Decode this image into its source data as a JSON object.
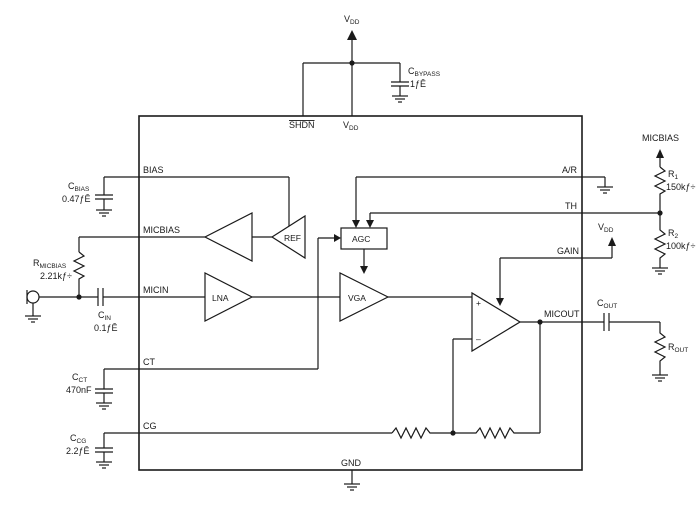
{
  "power": {
    "vdd_top": "V",
    "vdd_top_sub": "DD",
    "shdn": "SHDN",
    "vdd_pin": "V",
    "vdd_pin_sub": "DD",
    "gnd": "GND"
  },
  "pins": {
    "bias": "BIAS",
    "micbias": "MICBIAS",
    "micin": "MICIN",
    "ct": "CT",
    "cg": "CG",
    "ar": "A/R",
    "th": "TH",
    "gain": "GAIN",
    "micout": "MICOUT"
  },
  "blocks": {
    "ref": "REF",
    "agc": "AGC",
    "lna": "LNA",
    "vga": "VGA",
    "opamp_plus": "+",
    "opamp_minus": "–"
  },
  "components": {
    "cbypass": {
      "main": "C",
      "sub": "BYPASS",
      "value": "1ƒÊ"
    },
    "cbias": {
      "main": "C",
      "sub": "BIAS",
      "value": "0.47ƒÊ"
    },
    "rmicbias": {
      "main": "R",
      "sub": "MICBIAS",
      "value": "2.21kƒ÷"
    },
    "cin": {
      "main": "C",
      "sub": "IN",
      "value": "0.1ƒÊ"
    },
    "cct": {
      "main": "C",
      "sub": "CT",
      "value": "470nF"
    },
    "ccg": {
      "main": "C",
      "sub": "CG",
      "value": "2.2ƒÊ"
    },
    "r1": {
      "main": "R",
      "sub": "1",
      "value": "150kƒ÷"
    },
    "r2": {
      "main": "R",
      "sub": "2",
      "value": "100kƒ÷"
    },
    "cout": {
      "main": "C",
      "sub": "OUT"
    },
    "rout": {
      "main": "R",
      "sub": "OUT"
    }
  },
  "external": {
    "micbias_out": "MICBIAS",
    "vdd_gain": "V",
    "vdd_gain_sub": "DD"
  }
}
